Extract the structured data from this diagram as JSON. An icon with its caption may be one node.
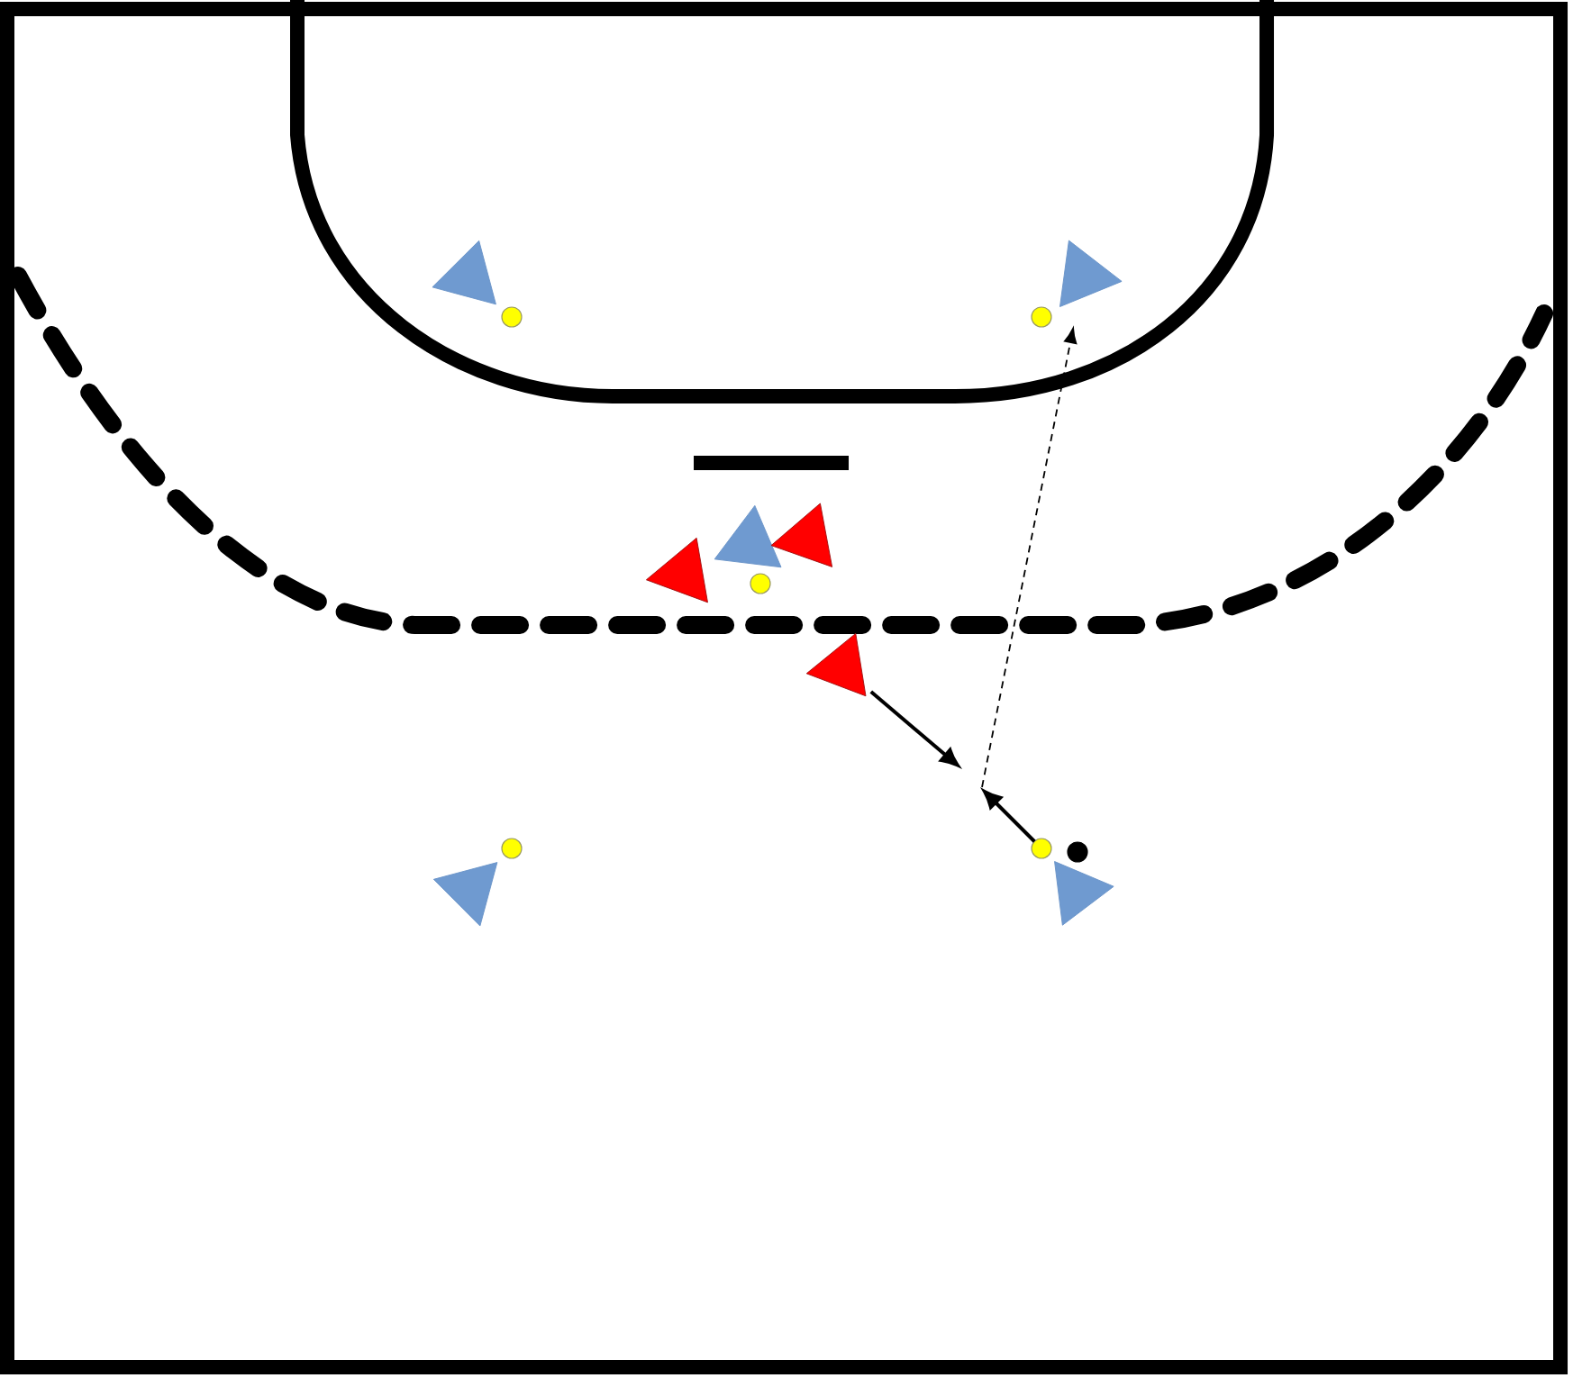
{
  "diagram": {
    "nodes": [
      {
        "text": [],
        "shape": "triangle"
      },
      {
        "text": [],
        "shape": "circle"
      },
      {
        "text": [],
        "shape": "triangle"
      },
      {
        "text": [],
        "shape": "circle"
      },
      {
        "text": [],
        "shape": "triangle"
      },
      {
        "text": [],
        "shape": "triangle"
      },
      {
        "text": [],
        "shape": "triangle"
      },
      {
        "text": [],
        "shape": "circle"
      },
      {
        "text": [],
        "shape": "triangle"
      },
      {
        "text": [],
        "shape": "triangle"
      },
      {
        "text": [],
        "shape": "circle"
      },
      {
        "text": [],
        "shape": "circle"
      },
      {
        "text": [],
        "shape": "circle"
      },
      {
        "text": [],
        "shape": "triangle"
      }
    ],
    "edges": [
      {
        "from": 8,
        "to": null,
        "arrow": "to"
      },
      {
        "from": 11,
        "to": null,
        "arrow": "to"
      },
      {
        "from": null,
        "to": 2,
        "arrow": "to",
        "style": "dashed"
      }
    ]
  }
}
